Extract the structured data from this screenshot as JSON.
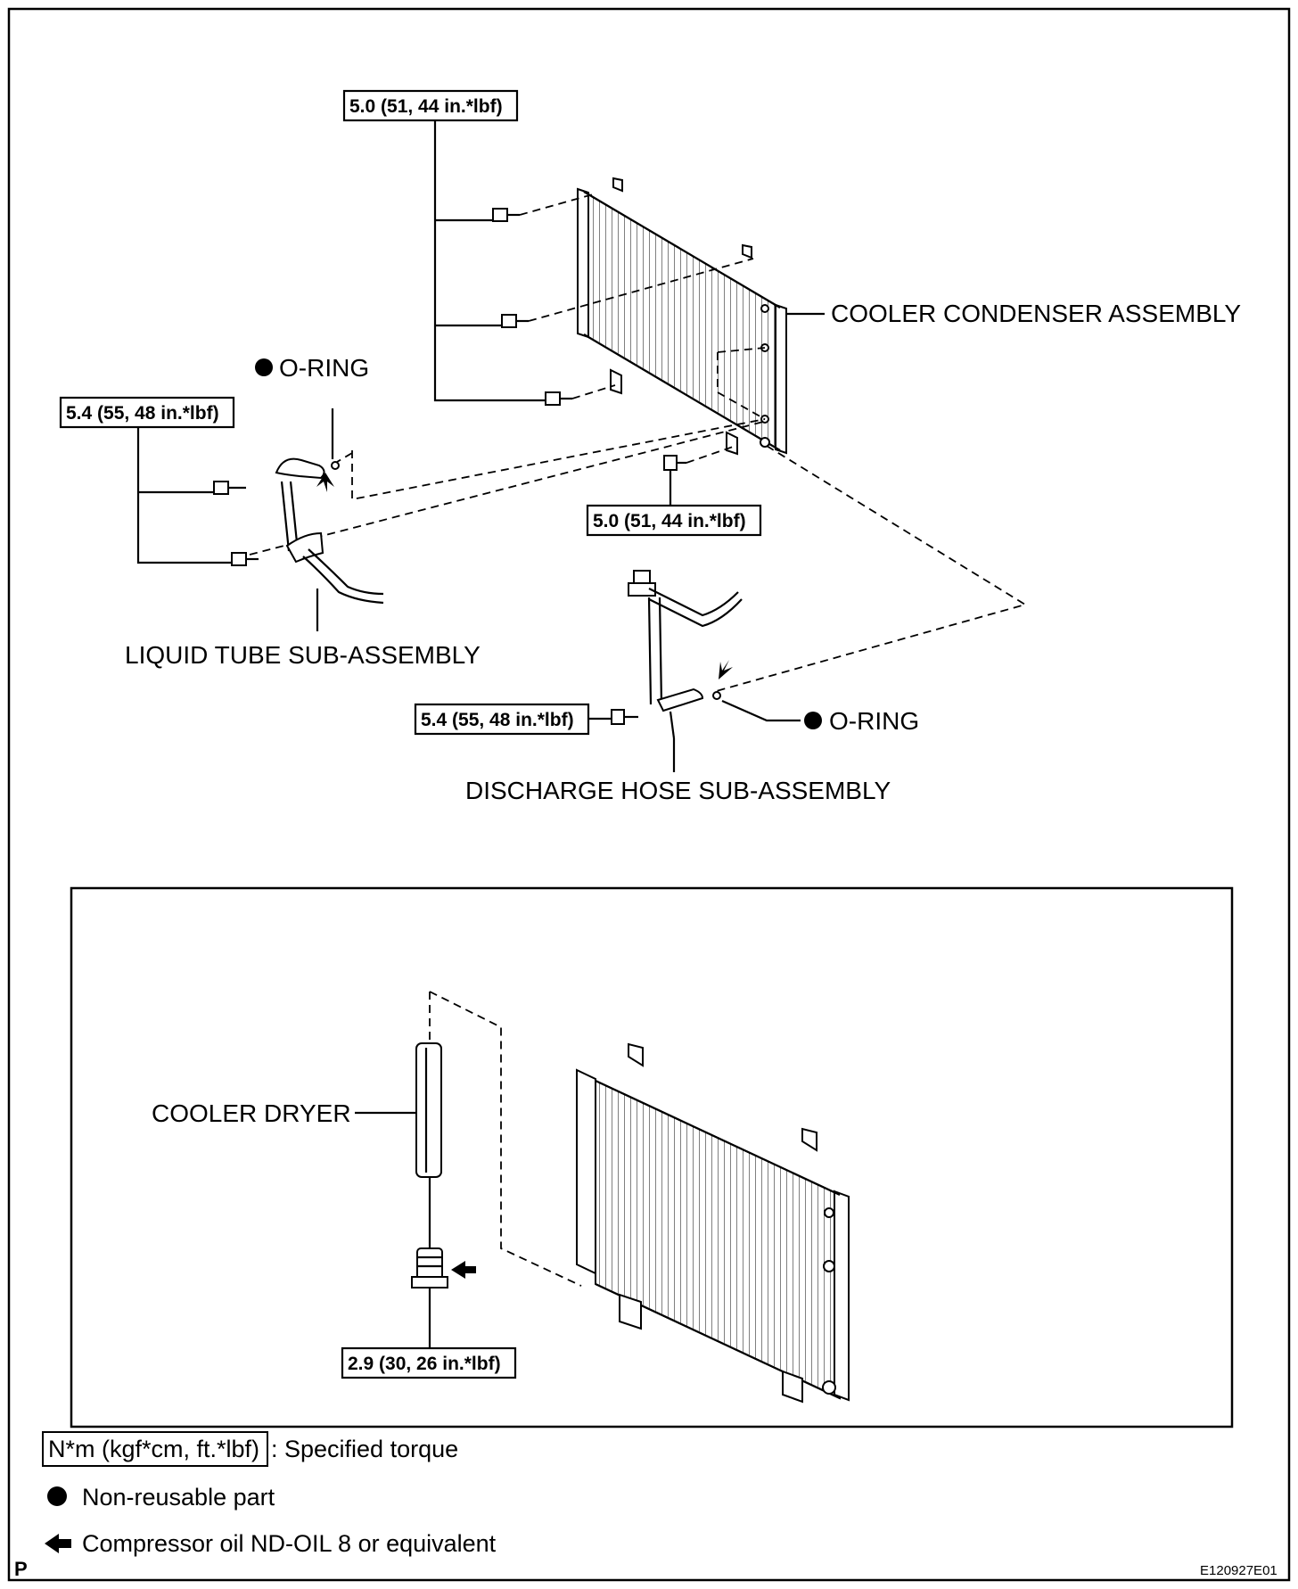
{
  "labels": {
    "condenser": "COOLER CONDENSER ASSEMBLY",
    "o_ring_top": "O-RING",
    "o_ring_right": "O-RING",
    "liquid_tube": "LIQUID TUBE SUB-ASSEMBLY",
    "discharge_hose": "DISCHARGE HOSE SUB-ASSEMBLY",
    "cooler_dryer": "COOLER DRYER"
  },
  "torques": {
    "condenser_bolts": "5.0 (51, 44 in.*lbf)",
    "condenser_lower": "5.0 (51, 44 in.*lbf)",
    "liquid_tube": "5.4 (55, 48 in.*lbf)",
    "discharge_hose": "5.4 (55, 48 in.*lbf)",
    "dryer_plug": "2.9 (30, 26 in.*lbf)"
  },
  "legend": {
    "torque_box": "N*m (kgf*cm, ft.*lbf)",
    "torque_text": ": Specified torque",
    "nonreusable": "Non-reusable part",
    "oil": "Compressor oil ND-OIL 8 or equivalent"
  },
  "footer": {
    "left_mark": "P",
    "figure_code": "E120927E01"
  },
  "icons": [
    "filled-circle-icon",
    "arrow-left-icon",
    "arrow-up-icon",
    "arrow-down-icon"
  ]
}
